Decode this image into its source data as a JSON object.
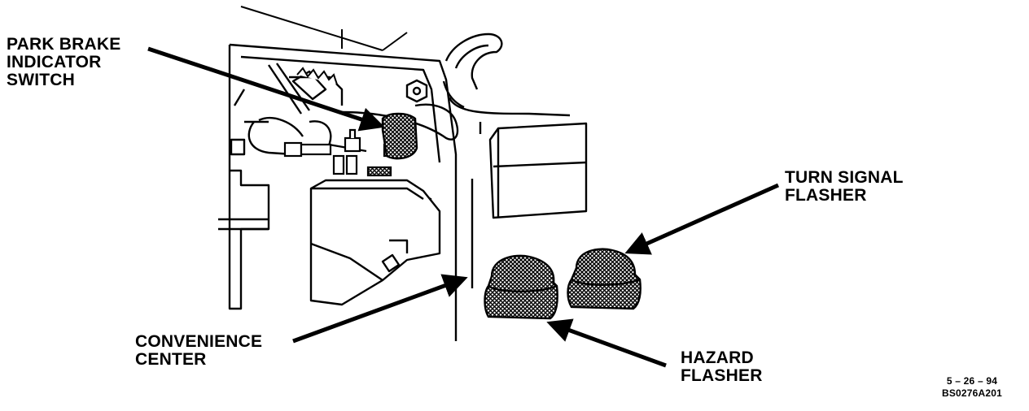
{
  "labels": {
    "park_brake": [
      "PARK BRAKE",
      "INDICATOR",
      "SWITCH"
    ],
    "turn_signal": [
      "TURN SIGNAL",
      "FLASHER"
    ],
    "convenience": [
      "CONVENIENCE",
      "CENTER"
    ],
    "hazard": [
      "HAZARD",
      "FLASHER"
    ],
    "date": "5 – 26 – 94",
    "code": "BS0276A201"
  },
  "colors": {
    "ink": "#000000",
    "paper": "#ffffff"
  }
}
